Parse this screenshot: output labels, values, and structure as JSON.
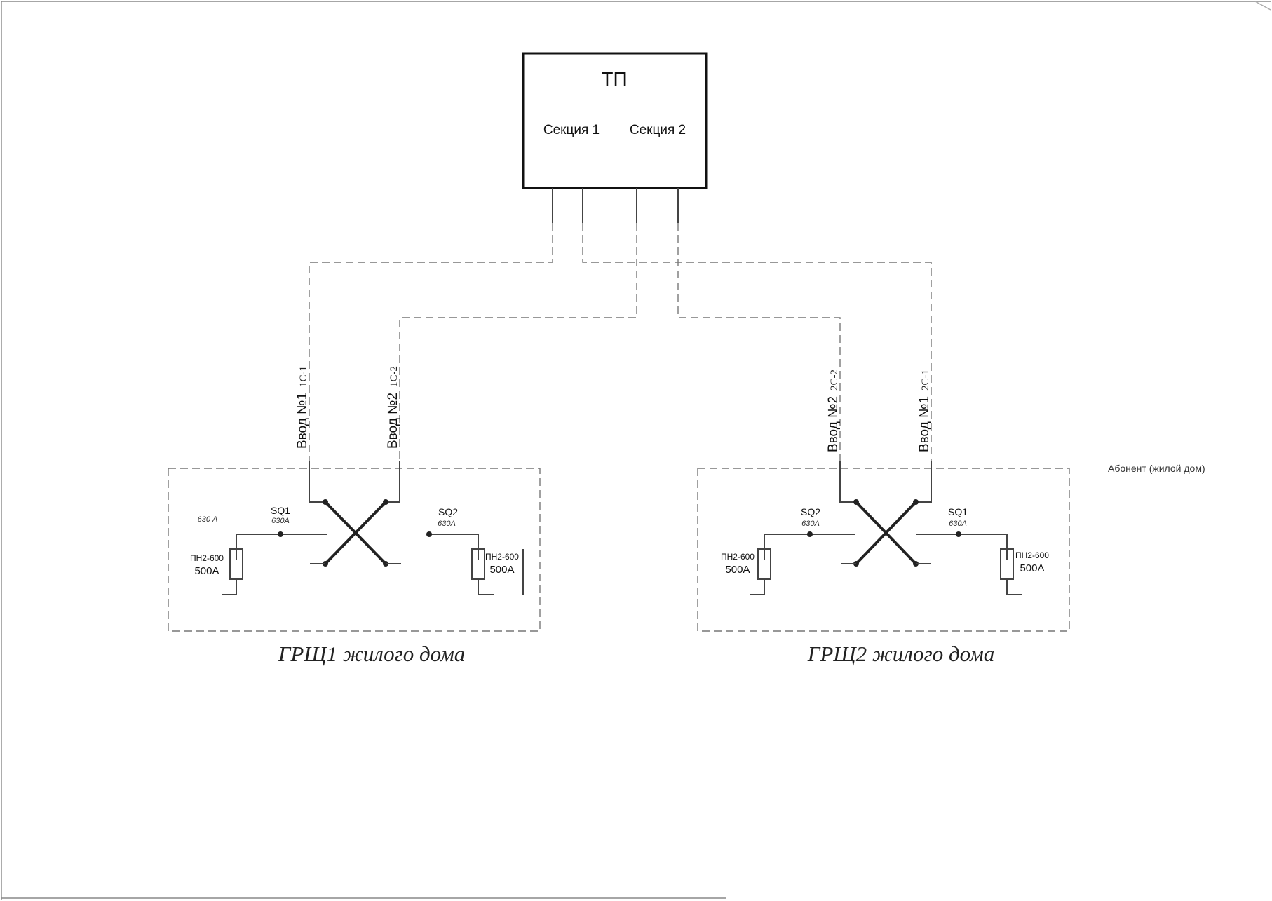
{
  "tp": {
    "title": "ТП",
    "section1": "Секция 1",
    "section2": "Секция 2"
  },
  "feeders": {
    "grsh1_input1": {
      "label": "Ввод №1",
      "code": "1С-1"
    },
    "grsh1_input2": {
      "label": "Ввод №2",
      "code": "1С-2"
    },
    "grsh2_input2": {
      "label": "Ввод №2",
      "code": "2С-2"
    },
    "grsh2_input1": {
      "label": "Ввод №1",
      "code": "2С-1"
    }
  },
  "grsh1": {
    "caption": "ГРЩ1 жилого дома",
    "note_630": "630 А",
    "sq1": {
      "label": "SQ1",
      "rating": "630А"
    },
    "sq2": {
      "label": "SQ2",
      "rating": "630А"
    },
    "fuse_left": {
      "type": "ПН2-600",
      "rating": "500А"
    },
    "fuse_right": {
      "type": "ПН2-600",
      "rating": "500А"
    }
  },
  "grsh2": {
    "caption": "ГРЩ2 жилого дома",
    "sq2": {
      "label": "SQ2",
      "rating": "630А"
    },
    "sq1": {
      "label": "SQ1",
      "rating": "630А"
    },
    "fuse_left": {
      "type": "ПН2-600",
      "rating": "500А"
    },
    "fuse_right": {
      "type": "ПН2-600",
      "rating": "500А"
    }
  },
  "subscriber_label": "Абонент (жилой дом)"
}
